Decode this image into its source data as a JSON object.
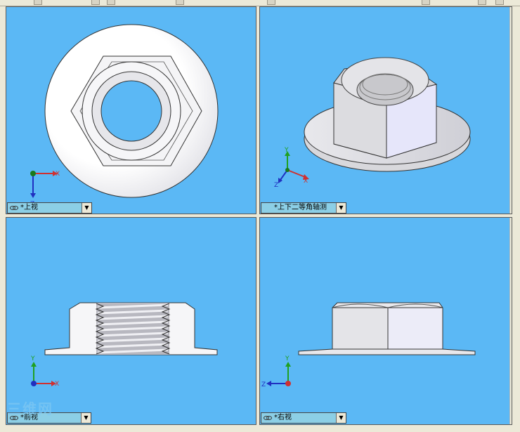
{
  "viewports": {
    "top_view": {
      "label": "*上视"
    },
    "iso_view": {
      "label": "*上下二等角轴测"
    },
    "front_view": {
      "label": "*前视"
    },
    "right_view": {
      "label": "*右视"
    }
  },
  "axes": {
    "x": "X",
    "y": "Y",
    "z": "Z"
  },
  "watermark": "三维网",
  "colors": {
    "viewport_bg": "#5bb8f5",
    "part": "#f0f0f4",
    "x_axis": "#d03030",
    "y_axis": "#20a020",
    "z_axis": "#2030c0"
  }
}
